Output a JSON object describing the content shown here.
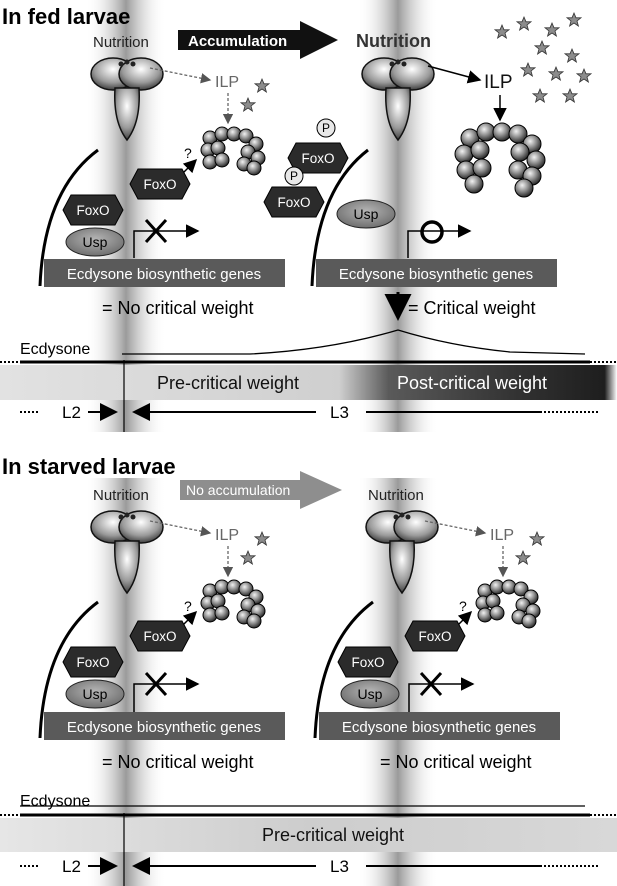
{
  "panels": {
    "fed": {
      "title": "In fed larvae",
      "arrow_label": "Accumulation",
      "left": {
        "nutrition": "Nutrition",
        "ilp": "ILP",
        "question": "?",
        "foxo_free": "FoxO",
        "foxo_bound": "FoxO",
        "usp": "Usp",
        "genes": "Ecdysone biosynthetic genes",
        "outcome": "= No critical weight"
      },
      "right": {
        "nutrition": "Nutrition",
        "ilp": "ILP",
        "foxo_p1": "FoxO",
        "foxo_p2": "FoxO",
        "phospho": "P",
        "usp": "Usp",
        "genes": "Ecdysone biosynthetic genes",
        "outcome": "= Critical weight"
      },
      "ecdysone_label": "Ecdysone",
      "bar_pre": "Pre-critical weight",
      "bar_post": "Post-critical weight",
      "stage_l2": "L2",
      "stage_l3": "L3"
    },
    "starved": {
      "title": "In starved larvae",
      "arrow_label": "No accumulation",
      "left": {
        "nutrition": "Nutrition",
        "ilp": "ILP",
        "question": "?",
        "foxo_free": "FoxO",
        "foxo_bound": "FoxO",
        "usp": "Usp",
        "genes": "Ecdysone biosynthetic genes",
        "outcome": "= No critical weight"
      },
      "right": {
        "nutrition": "Nutrition",
        "ilp": "ILP",
        "question": "?",
        "foxo_free": "FoxO",
        "foxo_bound": "FoxO",
        "usp": "Usp",
        "genes": "Ecdysone biosynthetic genes",
        "outcome": "= No critical weight"
      },
      "ecdysone_label": "Ecdysone",
      "bar_pre": "Pre-critical weight",
      "stage_l2": "L2",
      "stage_l3": "L3"
    }
  },
  "colors": {
    "band": "#9c9c9c",
    "gene_box": "#5a5a5a",
    "foxo": "#2b2b2b",
    "usp": "#8a8a8a",
    "star": "#8c8c8c",
    "bar_light": "#d6d6d6",
    "bar_dark": "#333333",
    "no_accum_arrow": "#8e8e8e"
  }
}
